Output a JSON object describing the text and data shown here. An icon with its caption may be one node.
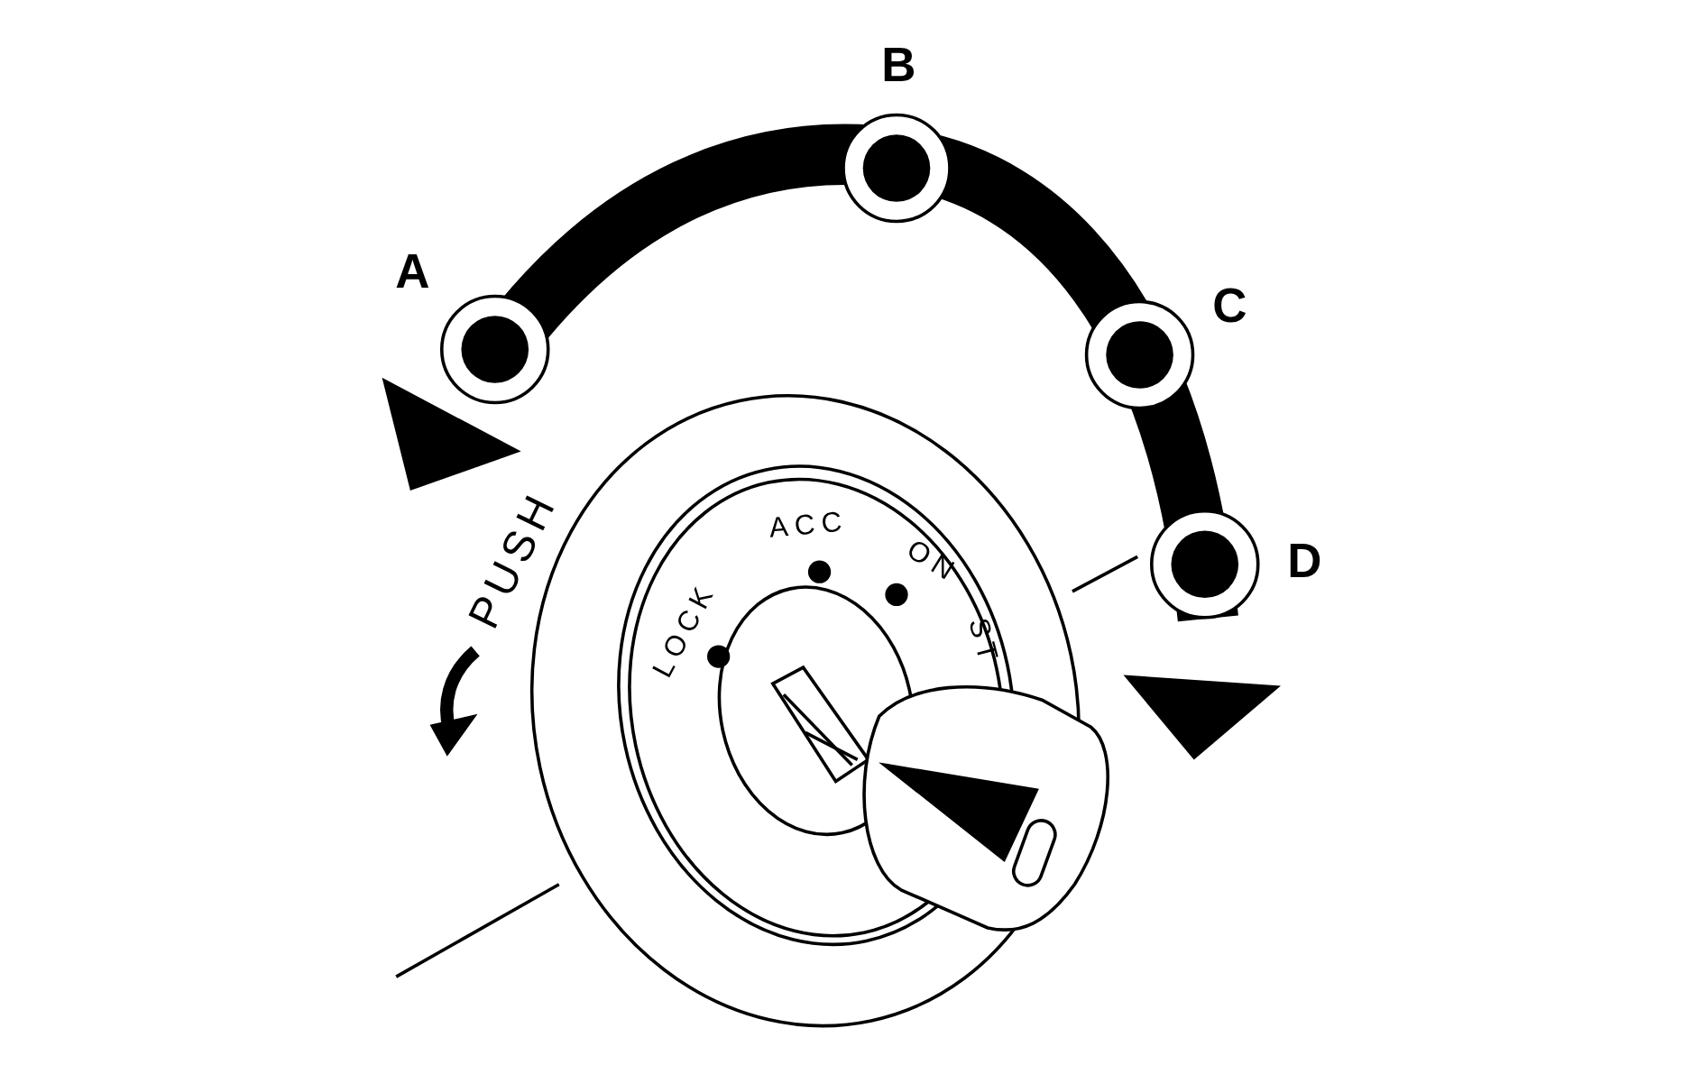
{
  "diagram": {
    "labels": [
      "B",
      "A",
      "C",
      "D",
      "PUSH",
      "ACC",
      "ON",
      "LOCK",
      "ST"
    ]
  }
}
